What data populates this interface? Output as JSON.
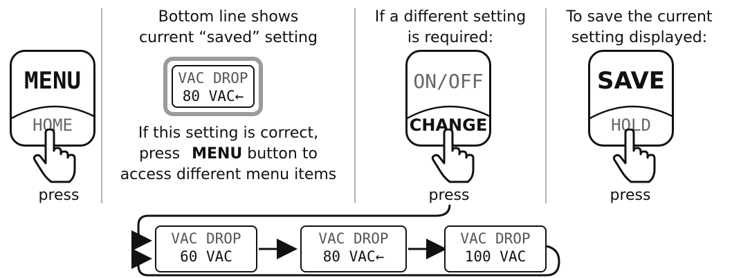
{
  "panel1": {
    "button": {
      "top_label": "MENU",
      "bottom_label": "HOME"
    },
    "caption": "press"
  },
  "panel2": {
    "heading_line1": "Bottom line shows",
    "heading_line2": "current “saved” setting",
    "display": {
      "line1": "VAC DROP",
      "line2": "80 VAC←"
    },
    "note_line1": "If this setting is correct,",
    "note_line2_pre": "press",
    "note_line2_bold": "MENU",
    "note_line2_post": "button to",
    "note_line3": "access different menu items"
  },
  "panel3": {
    "heading_line1": "If a different setting",
    "heading_line2": "is required:",
    "button": {
      "top_label": "ON/OFF",
      "bottom_label": "CHANGE"
    },
    "caption": "press"
  },
  "panel4": {
    "heading_line1": "To save the current",
    "heading_line2": "setting displayed:",
    "button": {
      "top_label": "SAVE",
      "bottom_label": "HOLD"
    },
    "caption": "press"
  },
  "cycle": [
    {
      "line1": "VAC DROP",
      "line2": "60 VAC"
    },
    {
      "line1": "VAC DROP",
      "line2": "80 VAC←"
    },
    {
      "line1": "VAC DROP",
      "line2": "100 VAC"
    }
  ],
  "colors": {
    "divider": "#b3b3b3",
    "frame": "#9b9b9b",
    "grey_text": "#666666"
  },
  "icons": [
    "pointing-hand-icon",
    "left-arrow-icon",
    "flow-arrow-icon"
  ]
}
